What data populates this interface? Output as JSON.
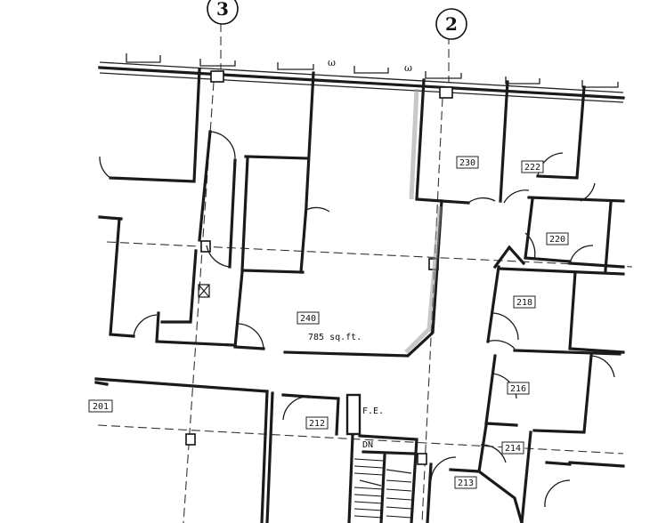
{
  "grid_bubbles": [
    {
      "label": "3"
    },
    {
      "label": "2"
    }
  ],
  "window_marks": [
    "ω",
    "ω"
  ],
  "rooms": {
    "r201": {
      "number": "201"
    },
    "r212": {
      "number": "212"
    },
    "r213": {
      "number": "213"
    },
    "r214": {
      "number": "214"
    },
    "r216": {
      "number": "216"
    },
    "r218": {
      "number": "218"
    },
    "r220": {
      "number": "220"
    },
    "r222": {
      "number": "222"
    },
    "r230": {
      "number": "230"
    },
    "r240": {
      "number": "240",
      "area": "785 sq.ft."
    }
  },
  "labels": {
    "fire_extinguisher": "F.E.",
    "stair_down": "DN"
  }
}
